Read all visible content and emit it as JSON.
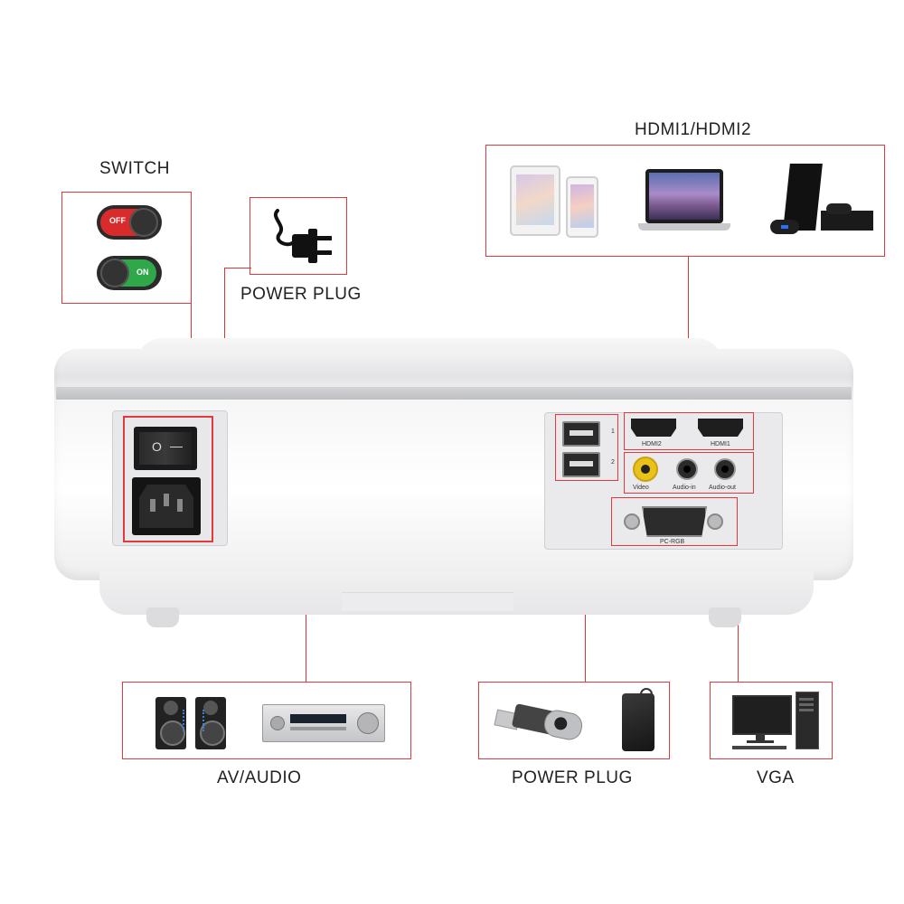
{
  "labels": {
    "switch": "SWITCH",
    "power_plug_top": "POWER PLUG",
    "hdmi": "HDMI1/HDMI2",
    "av_audio": "AV/AUDIO",
    "power_plug_bottom": "POWER PLUG",
    "vga": "VGA"
  },
  "switch_states": {
    "off": "OFF",
    "on": "ON"
  },
  "power_switch_marks": {
    "off_mark": "O",
    "on_mark": "—"
  },
  "ports": {
    "hdmi_left": "HDMI2",
    "hdmi_right": "HDMI1",
    "usb_1": "1",
    "usb_2": "2",
    "video": "Video",
    "audio_in": "Audio-in",
    "audio_out": "Audio-out",
    "vga": "PC-RGB"
  },
  "colors": {
    "accent_red": "#e0393e",
    "switch_off": "#d92b2b",
    "switch_on": "#2fa84a"
  }
}
